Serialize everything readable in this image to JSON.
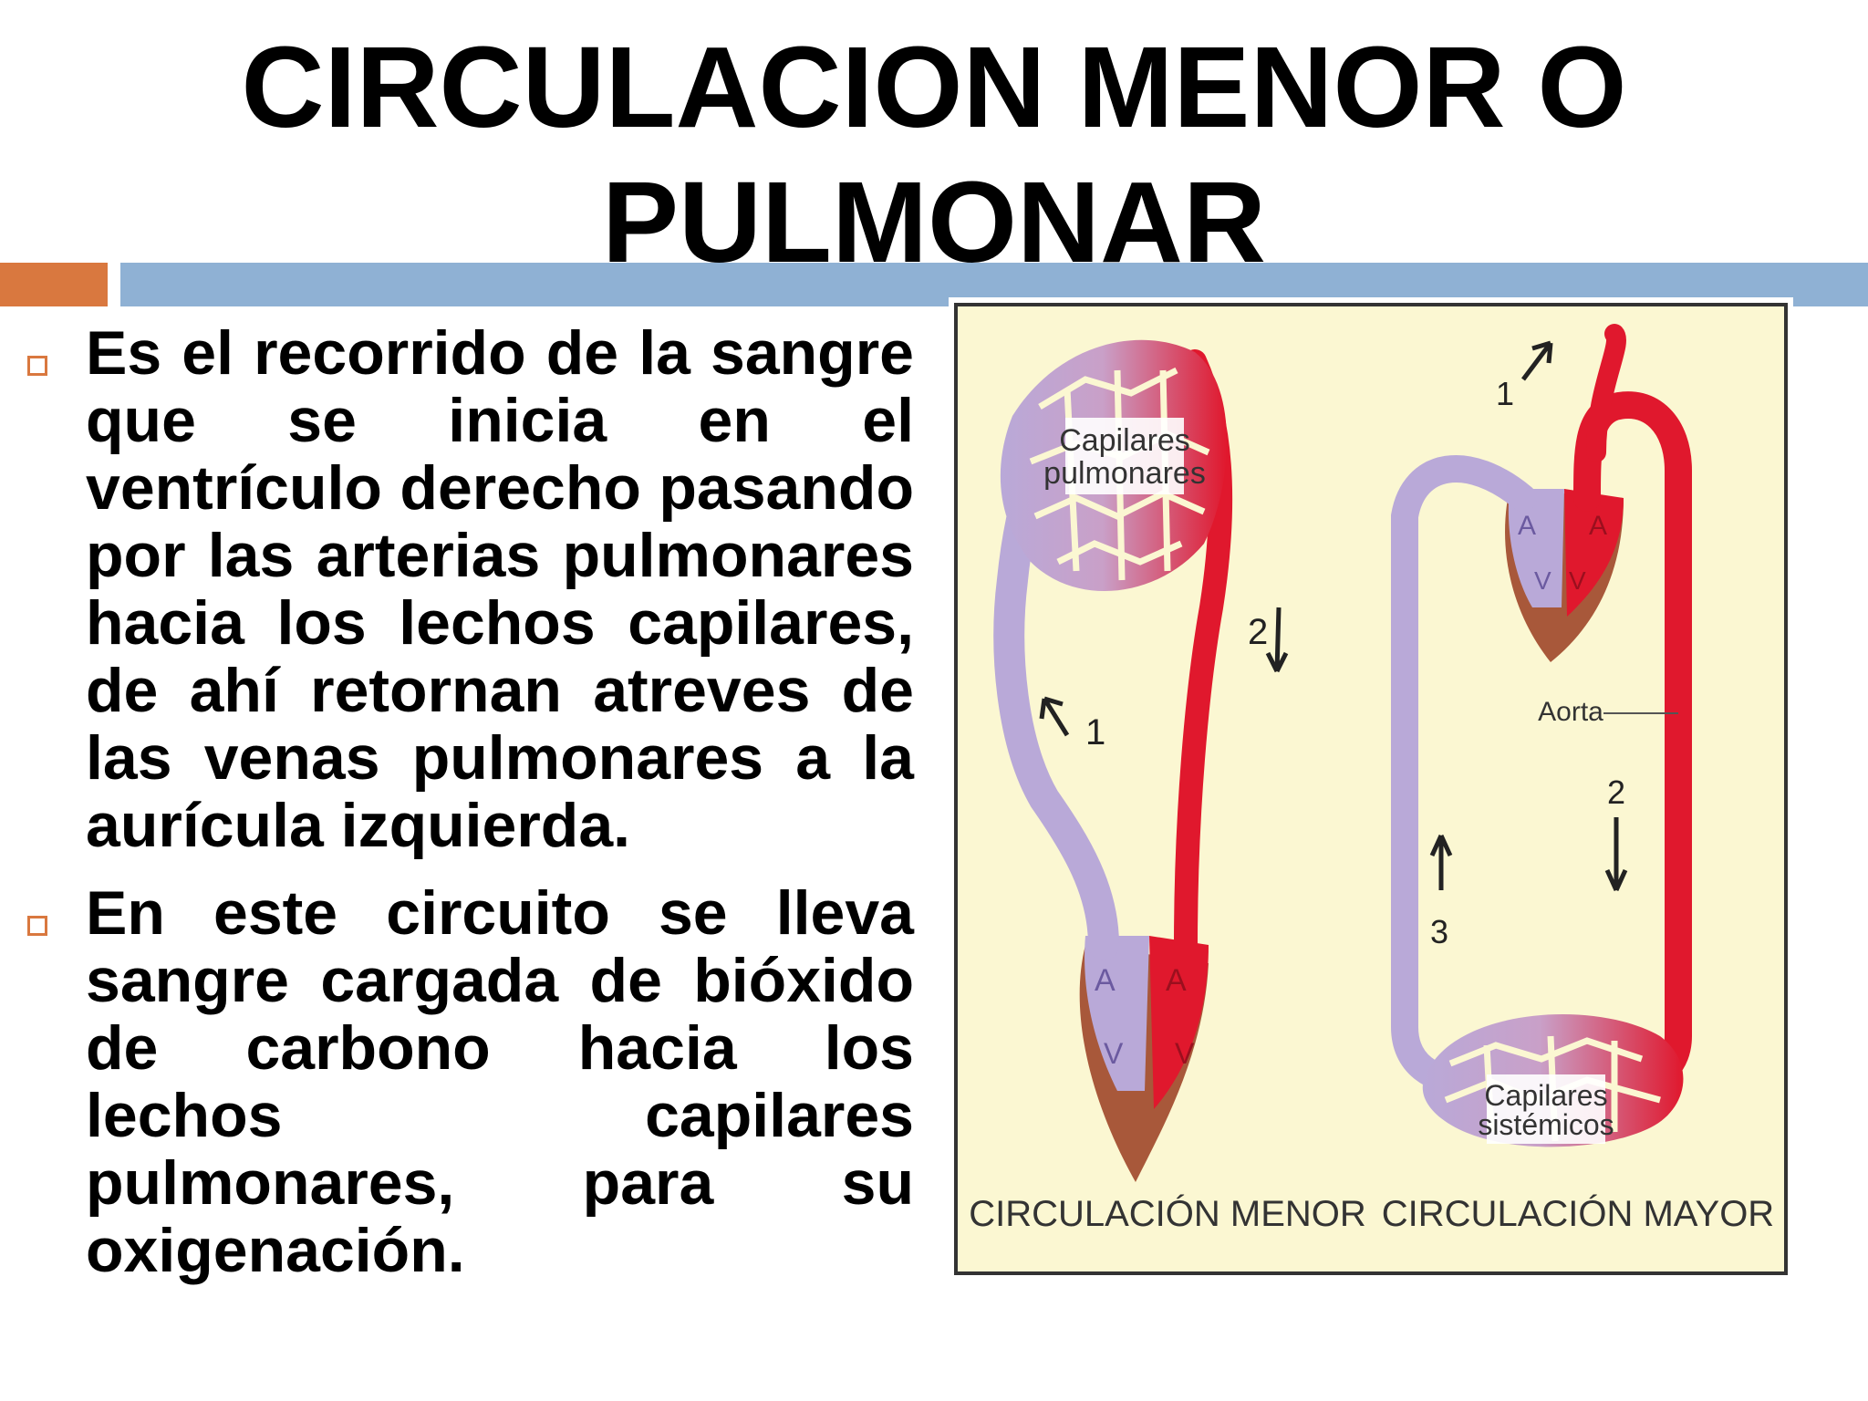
{
  "title": {
    "line1": "CIRCULACION MENOR O",
    "line2": "PULMONAR"
  },
  "bullets": [
    {
      "text": "Es el recorrido de la sangre que se inicia en el ventrículo derecho pasando por las arterias pulmonares hacia los lechos capilares, de ahí retornan atreves de las venas pulmonares a la aurícula izquierda."
    },
    {
      "text": "En este circuito se lleva sangre cargada de bióxido de carbono hacia los lechos capilares pulmonares, para su oxigenación."
    }
  ],
  "diagram": {
    "left": {
      "caption": "CIRCULACIÓN MENOR",
      "capillaries_line1": "Capilares",
      "capillaries_line2": "pulmonares",
      "arrow_1": "1",
      "arrow_2": "2",
      "atrium_left": "A",
      "atrium_right": "A",
      "ventricle_left": "V",
      "ventricle_right": "V"
    },
    "right": {
      "caption": "CIRCULACIÓN MAYOR",
      "capillaries_line1": "Capilares",
      "capillaries_line2": "sistémicos",
      "aorta": "Aorta",
      "arrow_1": "1",
      "arrow_2": "2",
      "arrow_3": "3",
      "atrium_left": "A",
      "atrium_right": "A",
      "ventricle_left": "V",
      "ventricle_right": "V"
    },
    "colors": {
      "venous": "#b9a9d8",
      "arterial": "#e0182d",
      "heart_base": "#a8583a",
      "background": "#fbf7d2"
    }
  }
}
